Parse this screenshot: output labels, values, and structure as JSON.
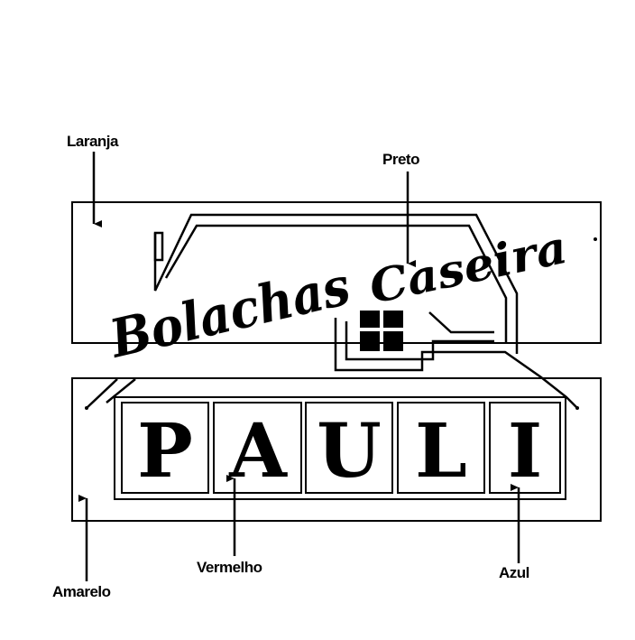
{
  "labels": {
    "laranja": "Laranja",
    "preto": "Preto",
    "amarelo": "Amarelo",
    "vermelho": "Vermelho",
    "azul": "Azul"
  },
  "logo": {
    "script_left": "Bolachas",
    "script_right": "Caseira",
    "letters": [
      "P",
      "A",
      "U",
      "L",
      "I"
    ]
  }
}
